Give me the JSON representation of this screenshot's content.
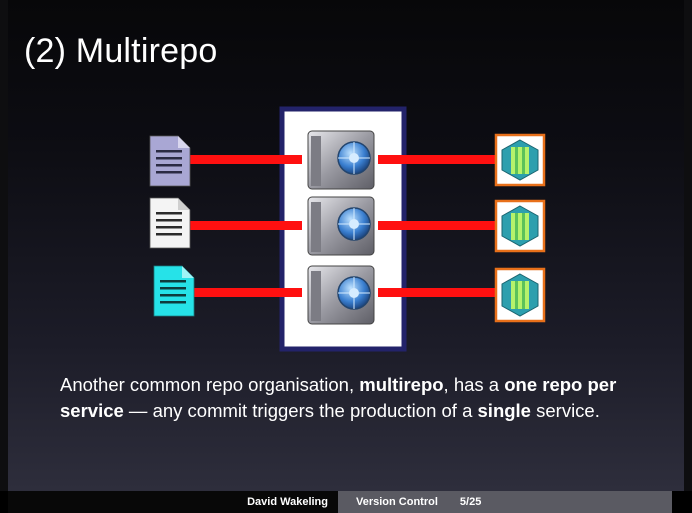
{
  "slide": {
    "title": "(2) Multirepo",
    "body": {
      "p1": "Another common repo organisation, ",
      "b1": "multirepo",
      "p2": ", has a ",
      "b2": "one repo per service",
      "p3": " — any commit triggers the production of a ",
      "b3": "single",
      "p4": " service."
    }
  },
  "diagram": {
    "rows": [
      {
        "doc_color": "#a9a7d4",
        "vault_icon": "vault-icon",
        "service_icon": "service-hexagon-icon"
      },
      {
        "doc_color": "#f4f4f4",
        "vault_icon": "vault-icon",
        "service_icon": "service-hexagon-icon"
      },
      {
        "doc_color": "#26e2e8",
        "vault_icon": "vault-icon",
        "service_icon": "service-hexagon-icon"
      }
    ],
    "colors": {
      "connector": "#ff1010",
      "repo_panel_border": "#23236a",
      "service_border": "#e8701a",
      "service_fill": "#2d9fae",
      "service_stripe": "#b6f26b"
    }
  },
  "footer": {
    "author": "David Wakeling",
    "section": "Version Control",
    "page": "5/25"
  }
}
